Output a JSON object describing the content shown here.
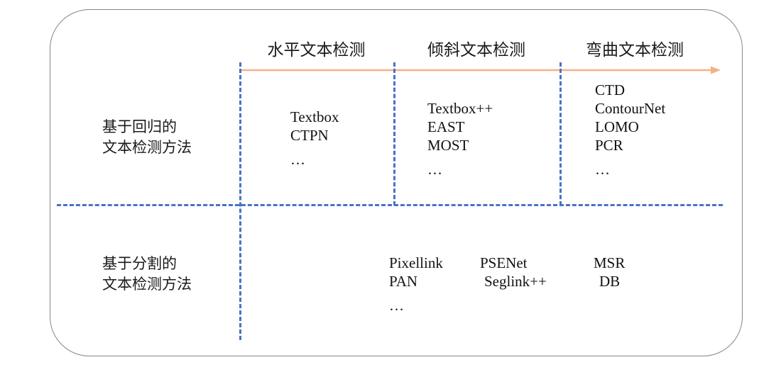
{
  "figure": {
    "title": "",
    "axis": {
      "arrow_color": "#f4b183",
      "divider_color": "#4a72c4",
      "frame_color": "#868686"
    },
    "column_headers": [
      {
        "label": "水平文本检测"
      },
      {
        "label": "倾斜文本检测"
      },
      {
        "label": "弯曲文本检测"
      }
    ],
    "row_labels": [
      {
        "line1": "基于回归的",
        "line2": "文本检测方法"
      },
      {
        "line1": "基于分割的",
        "line2": "文本检测方法"
      }
    ],
    "cells": {
      "regression": {
        "horizontal": {
          "items": [
            "Textbox",
            "CTPN"
          ],
          "ellipsis": "…"
        },
        "oblique": {
          "items": [
            "Textbox++",
            "EAST",
            "MOST"
          ],
          "ellipsis": "…"
        },
        "curved": {
          "items": [
            "CTD",
            "ContourNet",
            "LOMO",
            "PCR"
          ],
          "ellipsis": "…"
        }
      },
      "segmentation": {
        "group_a": {
          "items": [
            "Pixellink",
            "PAN"
          ],
          "ellipsis": "…"
        },
        "group_b": {
          "items": [
            "PSENet",
            "Seglink++"
          ],
          "ellipsis": ""
        },
        "group_c": {
          "items": [
            "MSR",
            "DB"
          ],
          "ellipsis": ""
        }
      }
    }
  }
}
